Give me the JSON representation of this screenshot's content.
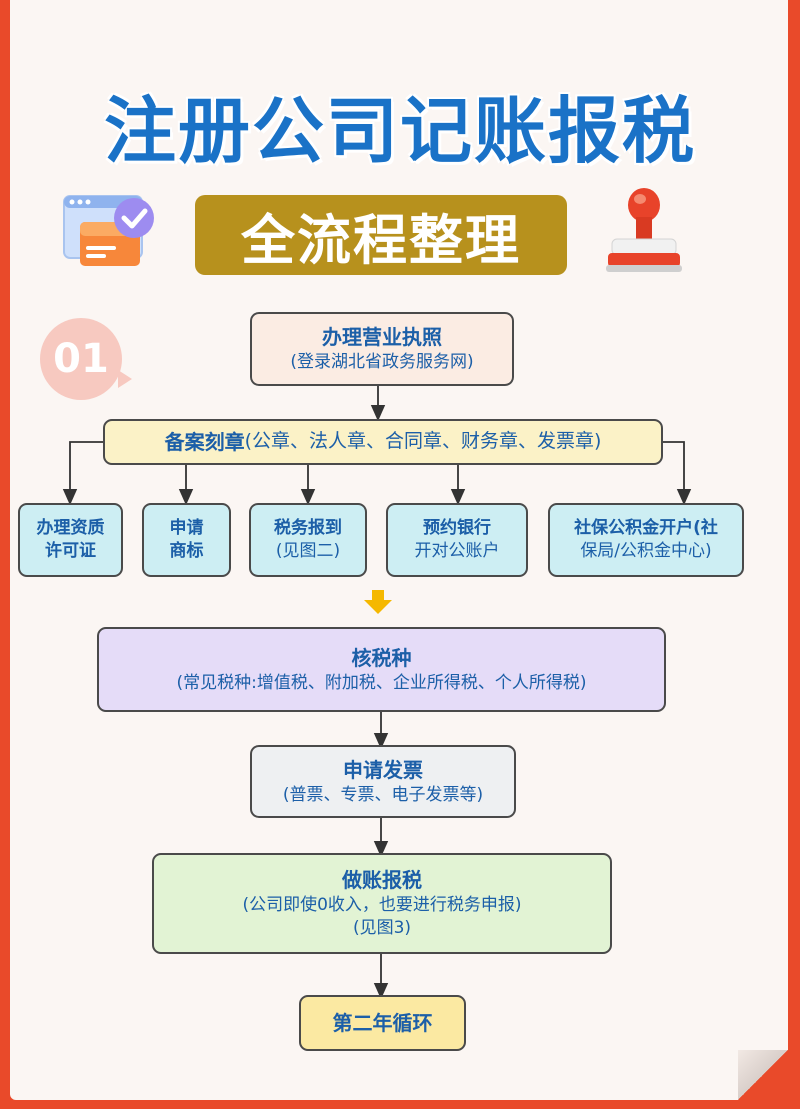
{
  "header": {
    "title": "注册公司记账报税",
    "subtitle": "全流程整理",
    "step_number": "01"
  },
  "icons": {
    "doc_icon": "document-check-icon",
    "stamp_icon": "stamp-icon"
  },
  "flow": {
    "license": {
      "title": "办理营业执照",
      "sub": "(登录湖北省政务服务网)"
    },
    "seal": {
      "title": "备案刻章",
      "sub": "(公章、法人章、合同章、财务章、发票章)"
    },
    "branches": [
      {
        "line1": "办理资质",
        "line2": "许可证"
      },
      {
        "line1": "申请",
        "line2": "商标"
      },
      {
        "line1": "税务报到",
        "line2": "(见图二)"
      },
      {
        "line1": "预约银行",
        "line2": "开对公账户"
      },
      {
        "line1": "社保公积金开户(社",
        "line2": "保局/公积金中心)"
      }
    ],
    "tax_type": {
      "title": "核税种",
      "sub": "(常见税种:增值税、附加税、企业所得税、个人所得税)"
    },
    "invoice": {
      "title": "申请发票",
      "sub": "(普票、专票、电子发票等)"
    },
    "bookkeeping": {
      "title": "做账报税",
      "sub1": "(公司即使0收入，也要进行税务申报)",
      "sub2": "(见图3)"
    },
    "cycle": {
      "title": "第二年循环"
    }
  },
  "colors": {
    "frame": "#e94a2a",
    "title_blue": "#1a72c7",
    "gold": "#b7911d",
    "arrow_yellow": "#f5b800"
  }
}
